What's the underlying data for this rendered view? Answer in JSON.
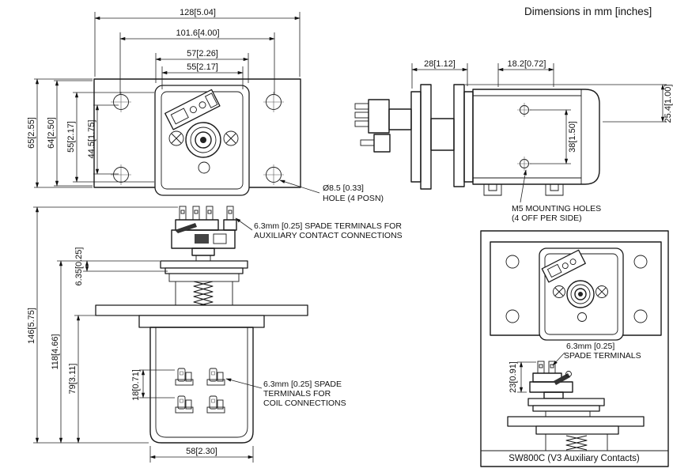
{
  "title": "Dimensions in mm [inches]",
  "top_view": {
    "dim_128": "128[5.04]",
    "dim_101": "101.6[4.00]",
    "dim_57": "57[2.26]",
    "dim_55w": "55[2.17]",
    "dim_65": "65[2.55]",
    "dim_64": "64[2.50]",
    "dim_55h": "55[2.17]",
    "dim_44": "44.5[1.75]",
    "hole_note_1": "Ø8.5 [0.33]",
    "hole_note_2": "HOLE (4 POSN)"
  },
  "side_view": {
    "dim_28": "28[1.12]",
    "dim_18_2": "18.2[0.72]",
    "dim_25_4": "25.4[1.00]",
    "dim_38": "38[1.50]",
    "m5_note_1": "M5 MOUNTING HOLES",
    "m5_note_2": "(4 OFF PER SIDE)"
  },
  "front_view": {
    "dim_146": "146[5.75]",
    "dim_118": "118[4.66]",
    "dim_79": "79[3.11]",
    "dim_6_35": "6.35[0.25]",
    "dim_18": "18[0.71]",
    "dim_58": "58[2.30]",
    "aux_note_1": "6.3mm [0.25] SPADE TERMINALS FOR",
    "aux_note_2": "AUXILIARY CONTACT CONNECTIONS",
    "coil_note_1": "6.3mm [0.25] SPADE",
    "coil_note_2": "TERMINALS FOR",
    "coil_note_3": "COIL CONNECTIONS"
  },
  "aux_view": {
    "dim_23": "23[0.91]",
    "spade_note_1": "6.3mm [0.25]",
    "spade_note_2": "SPADE TERMINALS",
    "caption": "SW800C (V3 Auxiliary Contacts)"
  }
}
